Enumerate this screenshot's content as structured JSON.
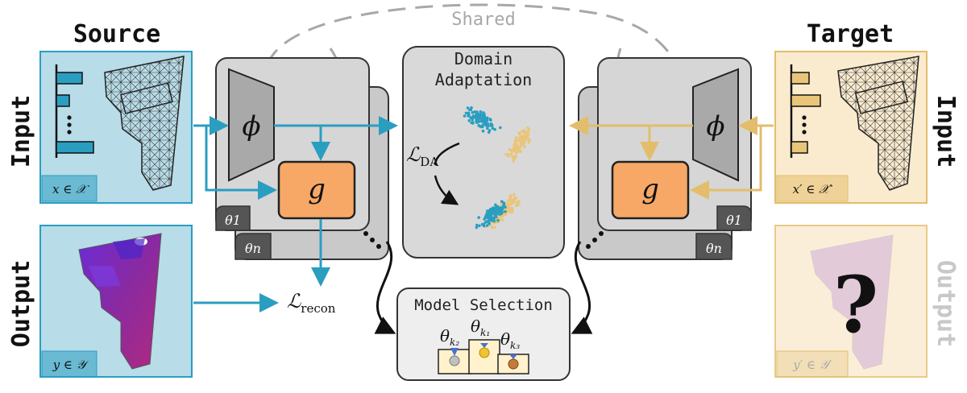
{
  "labels": {
    "shared": "Shared",
    "source": "Source",
    "target": "Target",
    "input_left": "Input",
    "output_left": "Output",
    "input_right": "Input",
    "output_right": "Output",
    "domain_adaptation_line1": "Domain",
    "domain_adaptation_line2": "Adaptation",
    "model_selection": "Model Selection",
    "phi_left": "ϕ",
    "phi_right": "ϕ",
    "g_left": "g",
    "g_right": "g",
    "theta1_left": "θ1",
    "thetan_left": "θn",
    "theta1_right": "θ1",
    "thetan_right": "θn",
    "loss_da": "ℒDA",
    "loss_recon": "ℒrecon",
    "x_tag": "x ∈ 𝒳",
    "xprime_tag": "x′ ∈ 𝒳′",
    "y_tag": "y ∈ 𝒴",
    "yprime_tag": "y′ ∈ 𝒴′",
    "question": "?",
    "podium_left": "θk2",
    "podium_mid": "θk1",
    "podium_right": "θk3"
  },
  "colors": {
    "source_fill": "#b8dce8",
    "source_border": "#2a9ec1",
    "target_fill": "#faebcf",
    "target_border": "#e3bd6b",
    "g_fill": "#f7a866",
    "panel_fill": "#d6d6d6",
    "encoder_fill": "#a9a9a9",
    "blue_point": "#2a9ec1",
    "yellow_point": "#e9c57a"
  },
  "icons": {
    "medal_left": "silver-medal-icon",
    "medal_mid": "gold-medal-icon",
    "medal_right": "bronze-medal-icon",
    "ellipsis_left": "ellipsis-icon",
    "ellipsis_right": "ellipsis-icon"
  }
}
